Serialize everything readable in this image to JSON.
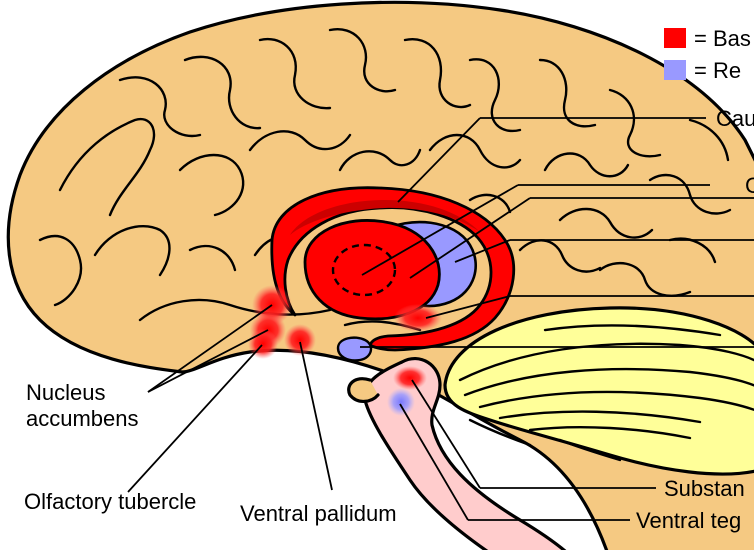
{
  "legend": {
    "items": [
      {
        "swatch_color": "#ff0000",
        "label": "= Bas"
      },
      {
        "swatch_color": "#9999ff",
        "label": "= Re"
      }
    ]
  },
  "labels": {
    "right": [
      "Cau",
      "C",
      "Substan",
      "Ventral teg"
    ],
    "nucleus_accumbens_line1": "Nucleus",
    "nucleus_accumbens_line2": "accumbens",
    "olfactory_tubercle": "Olfactory tubercle",
    "ventral_pallidum": "Ventral pallidum"
  },
  "colors": {
    "cortex": "#f5c982",
    "basal_ganglia": "#ff0000",
    "basal_ganglia_dark": "#cc0000",
    "related_nuclei": "#9999ff",
    "cerebellum": "#ffff99",
    "brainstem": "#ffcccc"
  }
}
